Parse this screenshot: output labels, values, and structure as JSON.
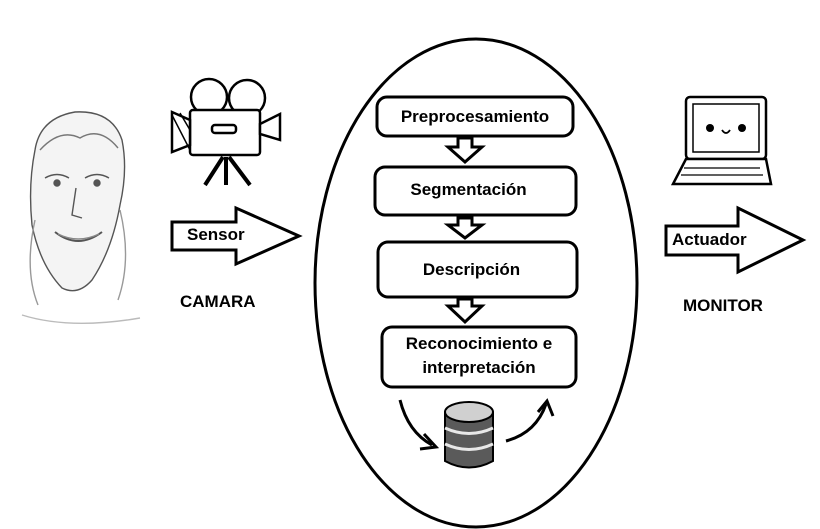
{
  "input": {
    "device_label": "CAMARA",
    "arrow_label": "Sensor",
    "image_icon": "face-sketch-icon",
    "device_icon": "video-camera-icon"
  },
  "process": {
    "steps": [
      {
        "label": "Preprocesamiento"
      },
      {
        "label": "Segmentación"
      },
      {
        "label": "Descripción"
      },
      {
        "label_line1": "Reconocimiento e",
        "label_line2": "interpretación"
      }
    ],
    "storage_icon": "database-icon"
  },
  "output": {
    "device_label": "MONITOR",
    "arrow_label": "Actuador",
    "device_icon": "laptop-icon"
  }
}
